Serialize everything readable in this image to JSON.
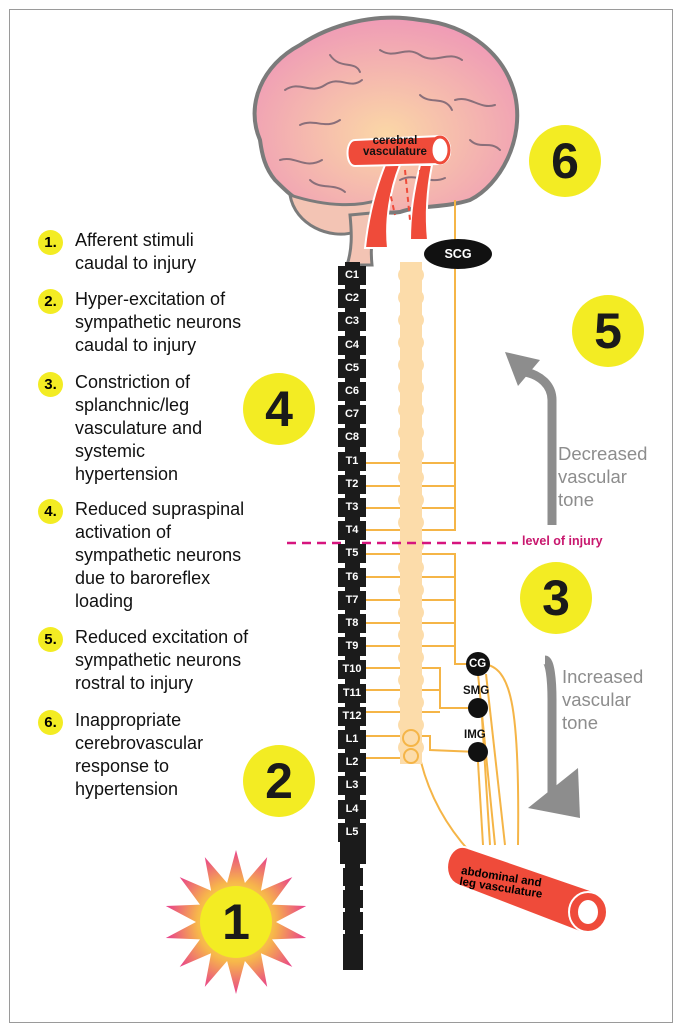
{
  "steps": [
    {
      "num": "1.",
      "text": "Afferent stimuli\ncaudal to injury"
    },
    {
      "num": "2.",
      "text": "Hyper-excitation of\nsympathetic neurons\ncaudal to injury"
    },
    {
      "num": "3.",
      "text": "Constriction of\nsplanchnic/leg\nvasculature and\nsystemic\nhypertension"
    },
    {
      "num": "4.",
      "text": "Reduced supraspinal\nactivation of\nsympathetic neurons\ndue to baroreflex\nloading"
    },
    {
      "num": "5.",
      "text": "Reduced excitation of\nsympathetic neurons\nrostral to injury"
    },
    {
      "num": "6.",
      "text": "Inappropriate\ncerebrovascular\nresponse to\nhypertension"
    }
  ],
  "big_numbers": {
    "n1": "1",
    "n2": "2",
    "n3": "3",
    "n4": "4",
    "n5": "5",
    "n6": "6"
  },
  "labels": {
    "cerebral_vasculature": "cerebral\nvasculature",
    "scg": "SCG",
    "level_of_injury": "level of injury",
    "decreased_tone": "Decreased\nvascular\ntone",
    "increased_tone": "Increased\nvascular\ntone",
    "cg": "CG",
    "smg": "SMG",
    "img": "IMG",
    "abdominal_leg": "abdominal and\nleg vasculature"
  },
  "vertebrae": [
    "C1",
    "C2",
    "C3",
    "C4",
    "C5",
    "C6",
    "C7",
    "C8",
    "T1",
    "T2",
    "T3",
    "T4",
    "T5",
    "T6",
    "T7",
    "T8",
    "T9",
    "T10",
    "T11",
    "T12",
    "L1",
    "L2",
    "L3",
    "L4",
    "L5"
  ],
  "colors": {
    "yellow": "#f3ec23",
    "brain": "#f0a9b8",
    "cord": "#fcdcaa",
    "nerve": "#f5b547",
    "vessel": "#ef4b3a",
    "injury": "#d6147e",
    "arrow_gray": "#8d8d8d",
    "vertebra": "#1b1b1b"
  }
}
